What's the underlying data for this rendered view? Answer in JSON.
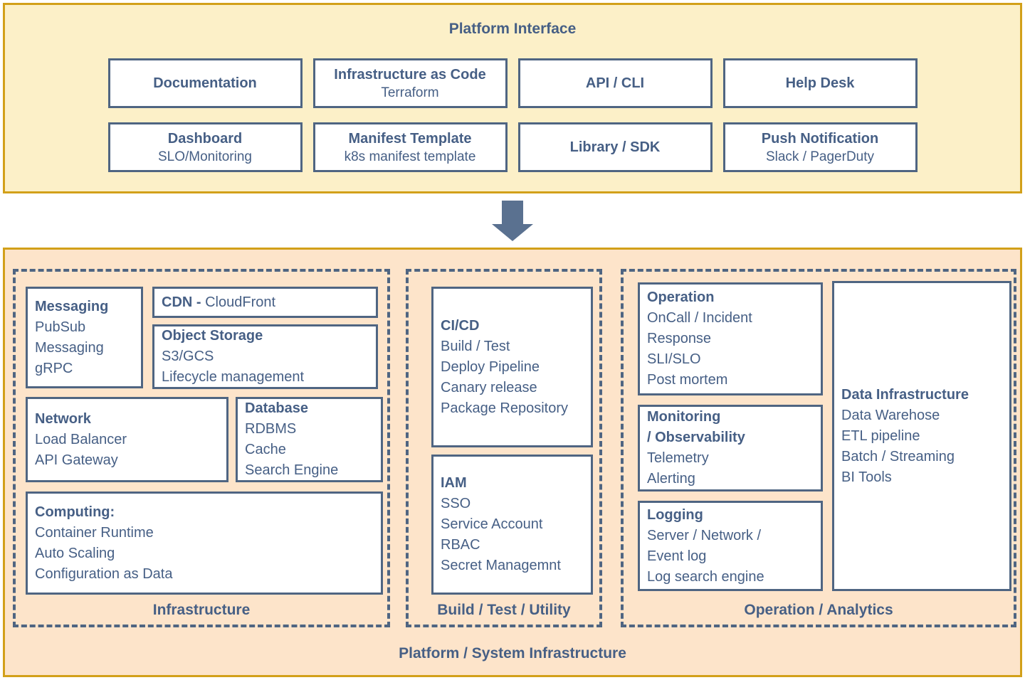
{
  "colors": {
    "top_panel_bg": "#FCF0C8",
    "bottom_panel_bg": "#FDE4CA",
    "gold_border": "#D2A01A",
    "slate_border": "#4F6582",
    "text": "#465F85",
    "arrow": "#5A7190",
    "box_bg": "#FFFFFF"
  },
  "top_panel": {
    "title": "Platform Interface",
    "boxes": [
      {
        "title": "Documentation",
        "subtitle": ""
      },
      {
        "title": "Infrastructure as Code",
        "subtitle": "Terraform"
      },
      {
        "title": "API / CLI",
        "subtitle": ""
      },
      {
        "title": "Help Desk",
        "subtitle": ""
      },
      {
        "title": "Dashboard",
        "subtitle": "SLO/Monitoring"
      },
      {
        "title": "Manifest Template",
        "subtitle": "k8s manifest template"
      },
      {
        "title": "Library / SDK",
        "subtitle": ""
      },
      {
        "title": "Push Notification",
        "subtitle": "Slack / PagerDuty"
      }
    ]
  },
  "bottom_panel": {
    "title": "Platform / System Infrastructure",
    "sections": [
      {
        "label": "Infrastructure",
        "boxes": {
          "messaging": {
            "title": "Messaging",
            "lines": [
              "PubSub",
              "Messaging",
              "gRPC"
            ]
          },
          "cdn": {
            "title": "CDN -",
            "text": "CloudFront"
          },
          "object_storage": {
            "title": "Object Storage",
            "lines": [
              "S3/GCS",
              "Lifecycle management"
            ]
          },
          "network": {
            "title": "Network",
            "lines": [
              "Load Balancer",
              "API Gateway"
            ]
          },
          "database": {
            "title": "Database",
            "lines": [
              "RDBMS",
              "Cache",
              "Search Engine"
            ]
          },
          "computing": {
            "title": "Computing:",
            "lines": [
              "Container Runtime",
              "Auto Scaling",
              "Configuration as Data"
            ]
          }
        }
      },
      {
        "label": "Build / Test / Utility",
        "boxes": {
          "cicd": {
            "title": "CI/CD",
            "lines": [
              "Build / Test",
              "Deploy Pipeline",
              "Canary release",
              "Package Repository"
            ]
          },
          "iam": {
            "title": "IAM",
            "lines": [
              "SSO",
              "Service Account",
              "RBAC",
              "Secret Managemnt"
            ]
          }
        }
      },
      {
        "label": "Operation / Analytics",
        "boxes": {
          "operation": {
            "title": "Operation",
            "lines": [
              "OnCall / Incident",
              "Response",
              "SLI/SLO",
              "Post mortem"
            ]
          },
          "monitoring": {
            "title": "Monitoring",
            "title2": "/ Observability",
            "lines": [
              "Telemetry",
              "Alerting"
            ]
          },
          "logging": {
            "title": "Logging",
            "lines": [
              "Server / Network /",
              "Event log",
              "Log search engine"
            ]
          },
          "data_infrastructure": {
            "title": "Data Infrastructure",
            "lines": [
              "Data Warehose",
              "ETL pipeline",
              "Batch / Streaming",
              "BI Tools"
            ]
          }
        }
      }
    ]
  }
}
